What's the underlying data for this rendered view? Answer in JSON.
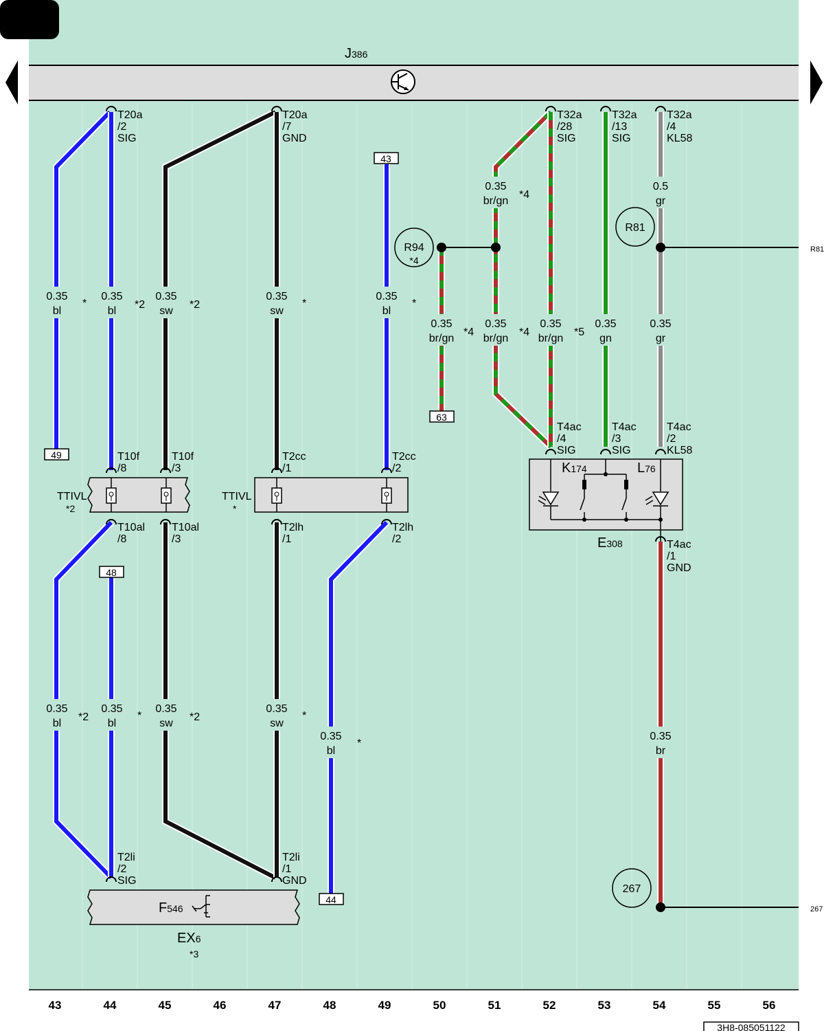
{
  "header": {
    "module_letter": "J",
    "module_num": "386",
    "doc_code": "3H8-085051122"
  },
  "columns": [
    "43",
    "44",
    "45",
    "46",
    "47",
    "48",
    "49",
    "50",
    "51",
    "52",
    "53",
    "54",
    "55",
    "56"
  ],
  "pins_top": [
    {
      "l1": "T20a",
      "l2": "/2",
      "l3": "SIG"
    },
    {
      "l1": "T20a",
      "l2": "/7",
      "l3": "GND"
    },
    {
      "l1": "T32a",
      "l2": "/28",
      "l3": "SIG"
    },
    {
      "l1": "T32a",
      "l2": "/13",
      "l3": "SIG"
    },
    {
      "l1": "T32a",
      "l2": "/4",
      "l3": "KL58"
    }
  ],
  "pins_tt1": [
    {
      "l1": "T10f",
      "l2": "/8"
    },
    {
      "l1": "T10f",
      "l2": "/3"
    },
    {
      "l1": "T10al",
      "l2": "/8"
    },
    {
      "l1": "T10al",
      "l2": "/3"
    }
  ],
  "pins_tt2": [
    {
      "l1": "T2cc",
      "l2": "/1"
    },
    {
      "l1": "T2cc",
      "l2": "/2"
    },
    {
      "l1": "T2lh",
      "l2": "/1"
    },
    {
      "l1": "T2lh",
      "l2": "/2"
    }
  ],
  "pins_e308": [
    {
      "l1": "T4ac",
      "l2": "/4",
      "l3": "SIG"
    },
    {
      "l1": "T4ac",
      "l2": "/3",
      "l3": "SIG"
    },
    {
      "l1": "T4ac",
      "l2": "/2",
      "l3": "KL58"
    },
    {
      "l1": "T4ac",
      "l2": "/1",
      "l3": "GND"
    }
  ],
  "pins_f546": [
    {
      "l1": "T2li",
      "l2": "/2",
      "l3": "SIG"
    },
    {
      "l1": "T2li",
      "l2": "/1",
      "l3": "GND"
    }
  ],
  "wires": [
    {
      "size": "0.35",
      "color": "bl",
      "note": "*"
    },
    {
      "size": "0.35",
      "color": "bl",
      "note": "*2"
    },
    {
      "size": "0.35",
      "color": "sw",
      "note": "*2"
    },
    {
      "size": "0.35",
      "color": "sw",
      "note": "*"
    },
    {
      "size": "0.35",
      "color": "bl",
      "note": "*"
    },
    {
      "size": "0.35",
      "color": "br/gn",
      "note": "*4"
    },
    {
      "size": "0.35",
      "color": "br/gn",
      "note": "*4"
    },
    {
      "size": "0.35",
      "color": "br/gn",
      "note": "*5"
    },
    {
      "size": "0.35",
      "color": "gn",
      "note": ""
    },
    {
      "size": "0.35",
      "color": "gr",
      "note": ""
    },
    {
      "size": "0.35",
      "color": "br/gn",
      "note": "*4"
    },
    {
      "size": "0.5",
      "color": "gr",
      "note": ""
    },
    {
      "size": "0.35",
      "color": "bl",
      "note": "*2"
    },
    {
      "size": "0.35",
      "color": "bl",
      "note": "*"
    },
    {
      "size": "0.35",
      "color": "sw",
      "note": "*2"
    },
    {
      "size": "0.35",
      "color": "sw",
      "note": "*"
    },
    {
      "size": "0.35",
      "color": "bl",
      "note": "*"
    },
    {
      "size": "0.35",
      "color": "br",
      "note": ""
    }
  ],
  "refs": {
    "r43": "43",
    "r49": "49",
    "r63": "63",
    "r48": "48",
    "r44": "44"
  },
  "circles": {
    "r94": "R94",
    "r94_note": "*4",
    "r81": "R81",
    "c267": "267"
  },
  "edge_labels": {
    "r81": "R81",
    "c267": "267"
  },
  "components": {
    "ttivl": "TTIVL",
    "ttivl1_note": "*2",
    "ttivl2_note": "*",
    "k_letter": "K",
    "k_num": "174",
    "l_letter": "L",
    "l_num": "76",
    "e_letter": "E",
    "e_num": "308",
    "f_letter": "F",
    "f_num": "546",
    "ex_letter": "EX",
    "ex_num": "6",
    "ex_note": "*3"
  },
  "colors": {
    "background": "#bfe5d7",
    "bl": "#1a1aff",
    "sw": "#111111",
    "br": "#b03030",
    "gn": "#1b9a1b",
    "gr": "#8c8c8c",
    "module": "#dddddd"
  }
}
